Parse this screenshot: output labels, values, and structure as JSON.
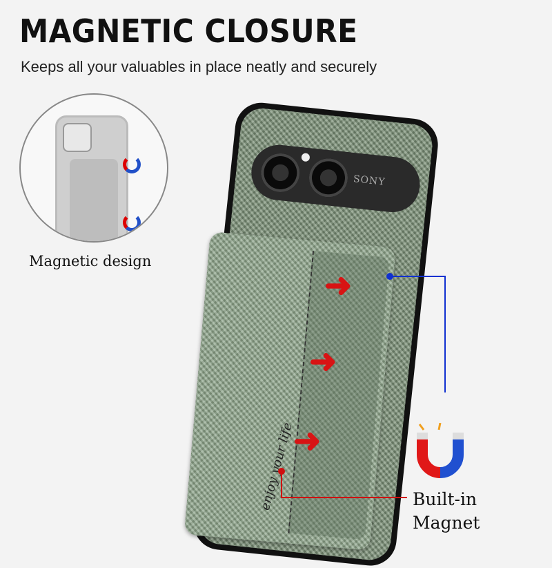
{
  "header": {
    "title": "MAGNETIC CLOSURE",
    "subtitle": "Keeps all your valuables in place neatly and securely"
  },
  "product": {
    "camera_brand": "SONY",
    "card_motto": "enjoy your life",
    "case_color": "#7c9278"
  },
  "callouts": {
    "magnetic_design": "Magnetic design",
    "built_in_line1": "Built-in",
    "built_in_line2": "Magnet"
  },
  "colors": {
    "blue_line": "#1030d0",
    "red_line": "#d01010",
    "magnet_red": "#e01818",
    "magnet_blue": "#2050d0"
  },
  "icons": [
    "horseshoe-magnet-icon",
    "curved-arrow-icon"
  ]
}
